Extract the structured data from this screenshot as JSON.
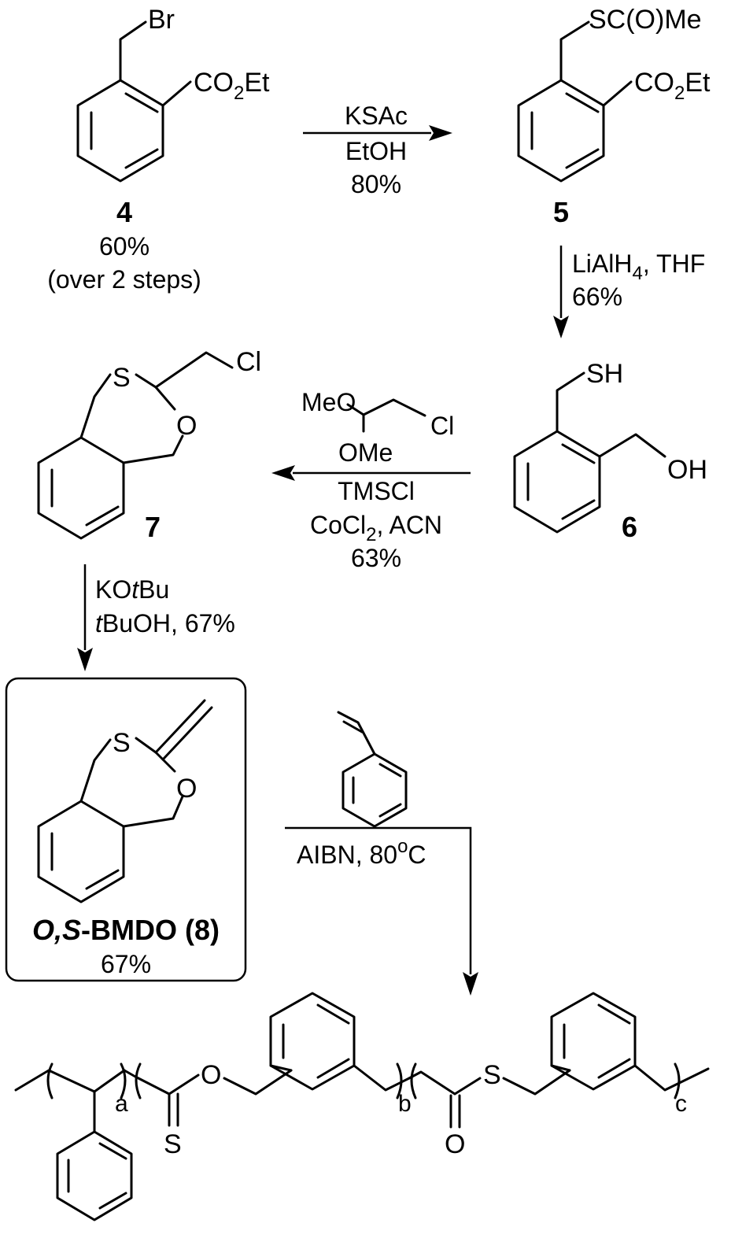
{
  "compound4": {
    "br": "Br",
    "ester": "CO",
    "ester_sub": "2",
    "ester_tail": "Et",
    "number": "4",
    "yield": "60%",
    "note": "(over 2 steps)"
  },
  "step1": {
    "reagent": "KSAc",
    "solvent": "EtOH",
    "yield": "80%"
  },
  "compound5": {
    "thioester": "SC(O)Me",
    "ester": "CO",
    "ester_sub": "2",
    "ester_tail": "Et",
    "number": "5"
  },
  "step2": {
    "reagent": "LiAlH",
    "reagent_sub": "4",
    "reagent_tail": ", THF",
    "yield": "66%"
  },
  "compound6": {
    "sh": "SH",
    "oh": "OH",
    "number": "6"
  },
  "step3": {
    "meo": "MeO",
    "ome": "OMe",
    "cl": "Cl",
    "reagent": "TMSCl",
    "catalyst": "CoCl",
    "catalyst_sub": "2",
    "catalyst_tail": ", ACN",
    "yield": "63%"
  },
  "compound7": {
    "s": "S",
    "o": "O",
    "cl": "Cl",
    "number": "7"
  },
  "step4": {
    "base": "KO",
    "base_italic": "t",
    "base_tail": "Bu",
    "solvent_italic": "t",
    "solvent": "BuOH, 67%"
  },
  "compound8": {
    "s": "S",
    "o": "O",
    "name_italic": "O,S",
    "name": "-BMDO (8)",
    "yield": "67%"
  },
  "step5": {
    "initiator": "AIBN, 80",
    "deg": "o",
    "unit": "C"
  },
  "polymer": {
    "a": "a",
    "b": "b",
    "c": "c",
    "s_thione": "S",
    "o_ester": "O",
    "s_thioester": "S",
    "o_carbonyl": "O"
  }
}
